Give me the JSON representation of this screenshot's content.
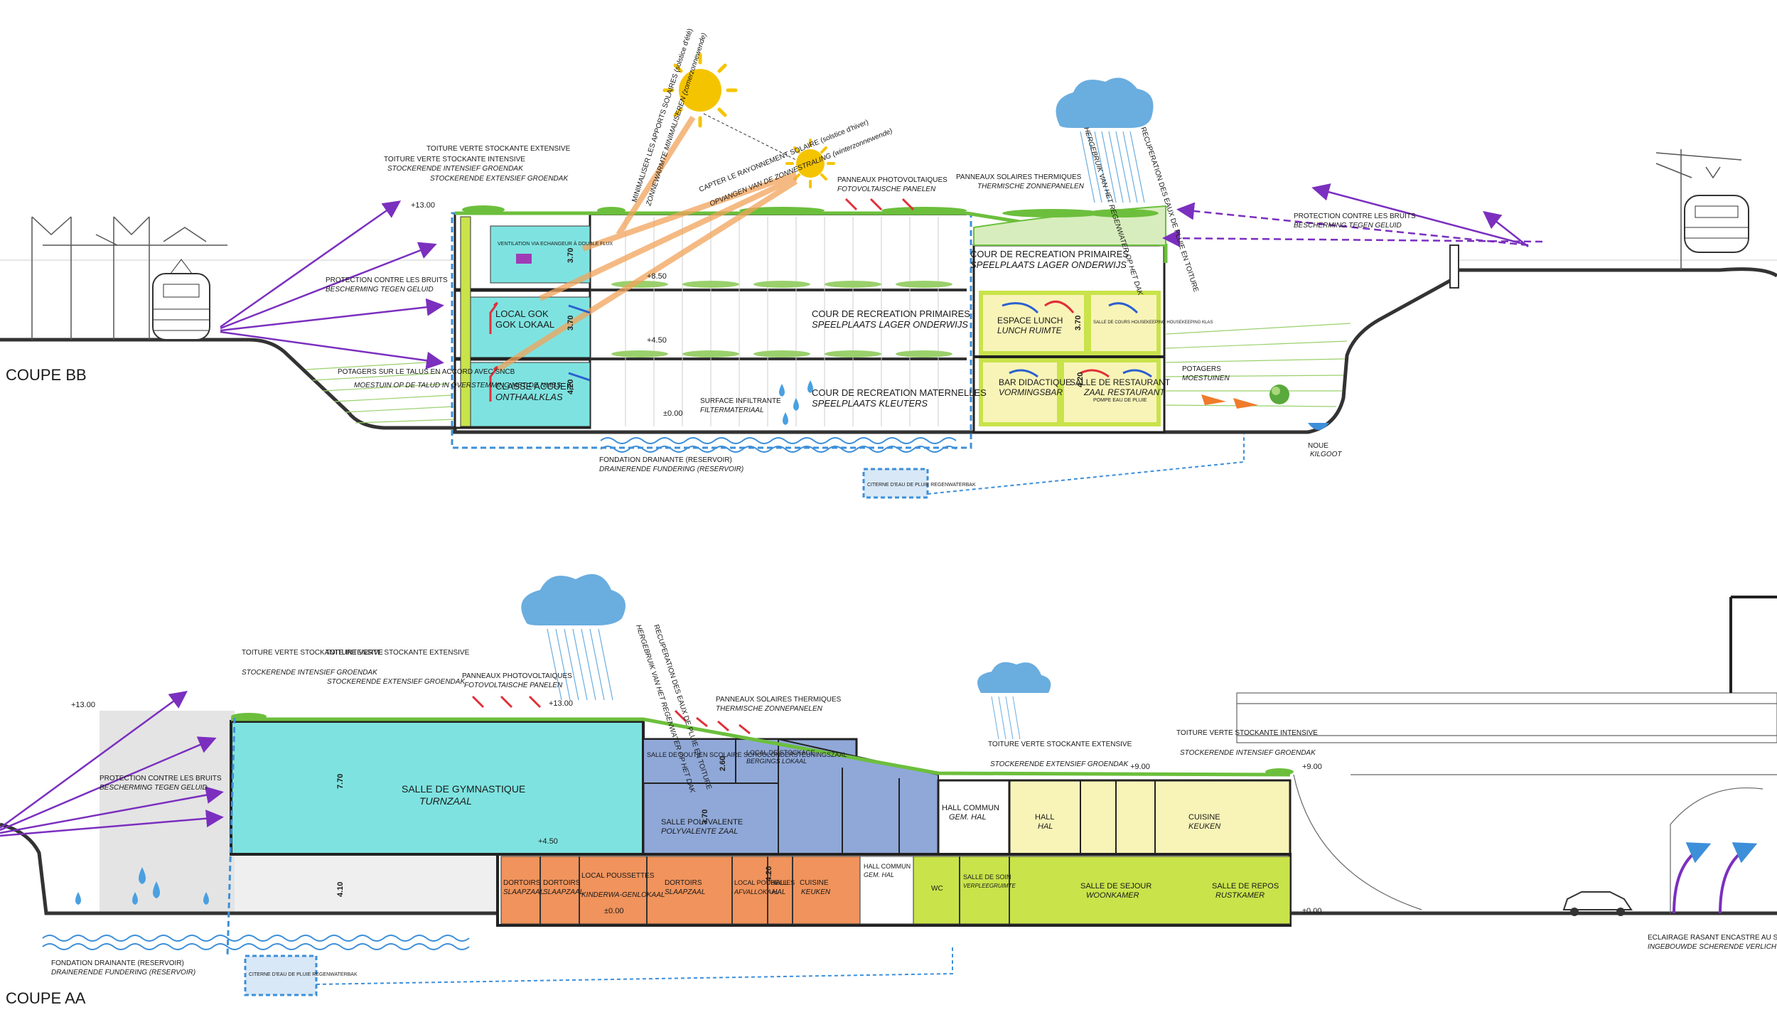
{
  "section_bb": {
    "title": "COUPE BB",
    "levels": {
      "l1": "+13.00",
      "l2": "+8.50",
      "l3": "+4.50",
      "l4": "±0.00"
    },
    "heights": {
      "h1": "3.70",
      "h2": "3.70",
      "h3": "4.20",
      "h4": "3.70",
      "h5": "4.20"
    },
    "roof": {
      "toit_int_fr": "TOITURE VERTE STOCKANTE INTENSIVE",
      "toit_int_nl": "STOCKERENDE INTENSIEF GROENDAK",
      "toit_ext_fr": "TOITURE VERTE STOCKANTE EXTENSIVE",
      "toit_ext_nl": "STOCKERENDE EXTENSIEF GROENDAK"
    },
    "sun": {
      "summer_fr": "MINIMALISER LES APPORTS SOLAIRES (solstice d'été)",
      "summer_nl": "ZONNEWARMTE MINIMALISEREN (zomerzonnewende)",
      "winter_fr": "CAPTER LE RAYONNEMENT SOLAIRE (solstice d'hiver)",
      "winter_nl": "OPVANGEN VAN DE ZONNESTRALING (winterzonnewende)"
    },
    "pv_fr": "PANNEAUX PHOTOVOLTAIQUES",
    "pv_nl": "FOTOVOLTAISCHE PANELEN",
    "thermal_fr": "PANNEAUX SOLAIRES THERMIQUES",
    "thermal_nl": "THERMISCHE ZONNEPANELEN",
    "rain_fr": "RECUPERATION DES EAUX DE PLUIE EN TOITURE",
    "rain_nl": "HERGEBRUIK VAN HET REGENWATER OP HET DAK",
    "noise_left_fr": "PROTECTION CONTRE LES BRUITS",
    "noise_left_nl": "BESCHERMING TEGEN GELUID",
    "noise_right_fr": "PROTECTION CONTRE LES BRUITS",
    "noise_right_nl": "BESCHERMING TEGEN GELUID",
    "potagers_talus_fr": "POTAGERS SUR LE TALUS EN ACCORD AVEC SNCB",
    "potagers_talus_nl": "MOESTUIN OP DE TALUD IN OVERSTEMMING MET DE NMBS",
    "potagers_fr": "POTAGERS",
    "potagers_nl": "MOESTUINEN",
    "noue_fr": "NOUE",
    "noue_nl": "KILGOOT",
    "ventilation": "VENTILATION VIA ECHANGEUR À DOUBLE FLUX",
    "surface_fr": "SURFACE INFILTRANTE",
    "surface_nl": "FILTERMATERIAAL",
    "fondation_fr": "FONDATION DRAINANTE (RESERVOIR)",
    "fondation_nl": "DRAINERENDE FUNDERING (RESERVOIR)",
    "citerne": "CITERNE D'EAU DE PLUIE REGENWATERBAK",
    "pompe": "POMPE EAU DE PLUIE",
    "rooms": {
      "gok_fr": "LOCAL GOK",
      "gok_nl": "GOK LOKAAL",
      "accueil_fr": "CLASSE ACCUEIL",
      "accueil_nl": "ONTHAALKLAS",
      "cour1_fr": "COUR DE RECREATION PRIMAIRES",
      "cour1_nl": "SPEELPLAATS LAGER ONDERWIJS",
      "cour2_fr": "COUR DE RECREATION PRIMAIRES",
      "cour2_nl": "SPEELPLAATS LAGER ONDERWIJS",
      "cour3_fr": "COUR DE RECREATION MATERNELLES",
      "cour3_nl": "SPEELPLAATS KLEUTERS",
      "lunch_fr": "ESPACE LUNCH",
      "lunch_nl": "LUNCH RUIMTE",
      "menage": "SALLE DE COURS HOUSEKEEPING HOUSEKEEPING KLAS",
      "bar_fr": "BAR DIDACTIQUE",
      "bar_nl": "VORMINGSBAR",
      "resto_fr": "SALLE DE RESTAURANT",
      "resto_nl": "ZAAL RESTAURANT"
    }
  },
  "section_aa": {
    "title": "COUPE AA",
    "levels": {
      "l1": "+13.00",
      "l2": "+13.00",
      "l3": "+9.00",
      "l4": "+9.00",
      "l5": "+4.50",
      "l6": "±0.00",
      "l7": "±0.00"
    },
    "heights": {
      "h1": "7.70",
      "h2": "4.10",
      "h3": "3.70",
      "h4": "4.20",
      "h5": "2.60"
    },
    "roof": {
      "toit_int_fr": "TOITURE VERTE STOCKANTE INTENSIVE",
      "toit_int_nl": "STOCKERENDE INTENSIEF GROENDAK",
      "toit_ext_fr": "TOITURE VERTE STOCKANTE EXTENSIVE",
      "toit_ext_nl": "STOCKERENDE EXTENSIEF GROENDAK",
      "toit_ext2_fr": "TOITURE VERTE STOCKANTE EXTENSIVE",
      "toit_ext2_nl": "STOCKERENDE EXTENSIEF GROENDAK",
      "toit_int2_fr": "TOITURE VERTE STOCKANTE INTENSIVE",
      "toit_int2_nl": "STOCKERENDE INTENSIEF GROENDAK"
    },
    "pv_fr": "PANNEAUX PHOTOVOLTAIQUES",
    "pv_nl": "FOTOVOLTAISCHE PANELEN",
    "thermal_fr": "PANNEAUX SOLAIRES THERMIQUES",
    "thermal_nl": "THERMISCHE ZONNEPANELEN",
    "rain_fr": "RECUPERATION DES EAUX DE PLUIE EN TOITURE",
    "rain_nl": "HERGEBRUIK VAN HET REGENWATER OP HET DAK",
    "noise_fr": "PROTECTION CONTRE LES BRUITS",
    "noise_nl": "BESCHERMING TEGEN GELUID",
    "fondation_fr": "FONDATION DRAINANTE (RESERVOIR)",
    "fondation_nl": "DRAINERENDE FUNDERING (RESERVOIR)",
    "citerne": "CITERNE D'EAU DE PLUIE REGENWATERBAK",
    "eclairage_fr": "ECLAIRAGE RASANT ENCASTRE AU SOL",
    "eclairage_nl": "INGEBOUWDE SCHERENDE VERLICHTING",
    "rooms": {
      "gym_fr": "SALLE DE GYMNASTIQUE",
      "gym_nl": "TURNZAAL",
      "soutien": "SALLE DE SOUTIEN SCOLAIRE SCHOOLONDERSTEUNINGSZAAL",
      "stock_fr": "LOCAL DE STOCKAGE",
      "stock_nl": "BERGINGS LOKAAL",
      "poly_fr": "SALLE POLYVALENTE",
      "poly_nl": "POLYVALENTE ZAAL",
      "hallc_fr": "HALL COMMUN",
      "hallc_nl": "GEM. HAL",
      "hall_fr": "HALL",
      "hall_nl": "HAL",
      "cuisine_fr": "CUISINE",
      "cuisine_nl": "KEUKEN",
      "dort1_fr": "DORTOIRS",
      "dort1_nl": "SLAAPZAAL",
      "dort2_fr": "DORTOIRS",
      "dort2_nl": "SLAAPZAAL",
      "pouss_fr": "LOCAL POUSSETTES",
      "pouss_nl": "KINDERWA-GENLOKAAL",
      "dort3_fr": "DORTOIRS",
      "dort3_nl": "SLAAPZAAL",
      "poub_fr": "LOCAL POUBELLES",
      "poub_nl": "AFVALLOKAAL",
      "hall2_fr": "HALL",
      "hall2_nl": "HAL",
      "cuis2_fr": "CUISINE",
      "cuis2_nl": "KEUKEN",
      "hallc2_fr": "HALL COMMUN",
      "hallc2_nl": "GEM. HAL",
      "wc": "WC",
      "soin_fr": "SALLE DE SOIN",
      "soin_nl": "VERPLEEGRUIMTE",
      "sejour_fr": "SALLE DE SEJOUR",
      "sejour_nl": "WOONKAMER",
      "repos_fr": "SALLE DE REPOS",
      "repos_nl": "RUSTKAMER"
    }
  },
  "colors": {
    "cyan": "#7ee3e0",
    "yellow_green": "#c9e34a",
    "light_yellow": "#f8f4b8",
    "orange": "#f0935c",
    "blue": "#8fa8d8",
    "purple": "#7b2fbf",
    "rain_blue": "#3d8fd9",
    "sun": "#f5c400",
    "green_roof": "#6cbf3c"
  }
}
